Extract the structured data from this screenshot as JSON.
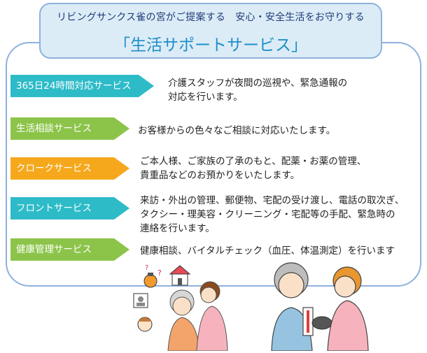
{
  "header": {
    "subtitle": "リビングサンクス雀の宮がご提案する　安心・安全生活をお守りする",
    "title": "「生活サポートサービス」"
  },
  "services": [
    {
      "label": "365日24時間対応サービス",
      "color": "#2ebbc8",
      "description": "介護スタッフが夜間の巡視や、緊急通報の\n対応を行います。"
    },
    {
      "label": "生活相談サービス",
      "color": "#8cc44a",
      "description": "お客様からの色々なご相談に対応いたします。"
    },
    {
      "label": "クロークサービス",
      "color": "#f5a81c",
      "description": "ご本人様、ご家族の了承のもと、配薬・お薬の管理、\n貴重品などのお預かりをいたします。"
    },
    {
      "label": "フロントサービス",
      "color": "#2ebbc8",
      "description": "来訪・外出の管理、郵便物、宅配の受け渡し、電話の取次ぎ、\nタクシー・理美容・クリーニング・宅配等の手配、緊急時の\n連絡を行います。"
    },
    {
      "label": "健康管理サービス",
      "color": "#8cc44a",
      "description": "健康相談、バイタルチェック（血圧、体温測定）を行います"
    }
  ],
  "icons": {
    "question_marks": "question-mark-icon",
    "house": "house-icon",
    "bag": "bag-icon",
    "portrait": "portrait-icon",
    "face": "face-icon"
  }
}
